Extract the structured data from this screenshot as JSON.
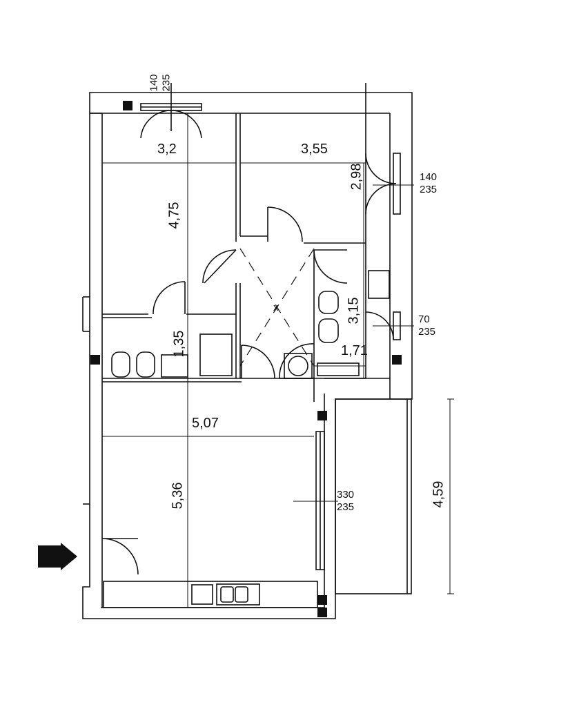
{
  "dimensions": {
    "room_top_left_width": "3,2",
    "room_top_left_depth": "4,75",
    "room_top_right_width": "3,55",
    "room_top_right_depth": "2,98",
    "bath_left_depth": "1,35",
    "bath_right_depth": "3,15",
    "bath_right_width": "1,71",
    "living_width": "5,07",
    "living_depth": "5,36",
    "terrace_length": "4,59",
    "hall_mark": "x"
  },
  "windows": {
    "top_width": "140",
    "top_height": "235",
    "right_width": "140",
    "right_height": "235",
    "bath_width": "70",
    "bath_height": "235",
    "living_width": "330",
    "living_height": "235"
  }
}
